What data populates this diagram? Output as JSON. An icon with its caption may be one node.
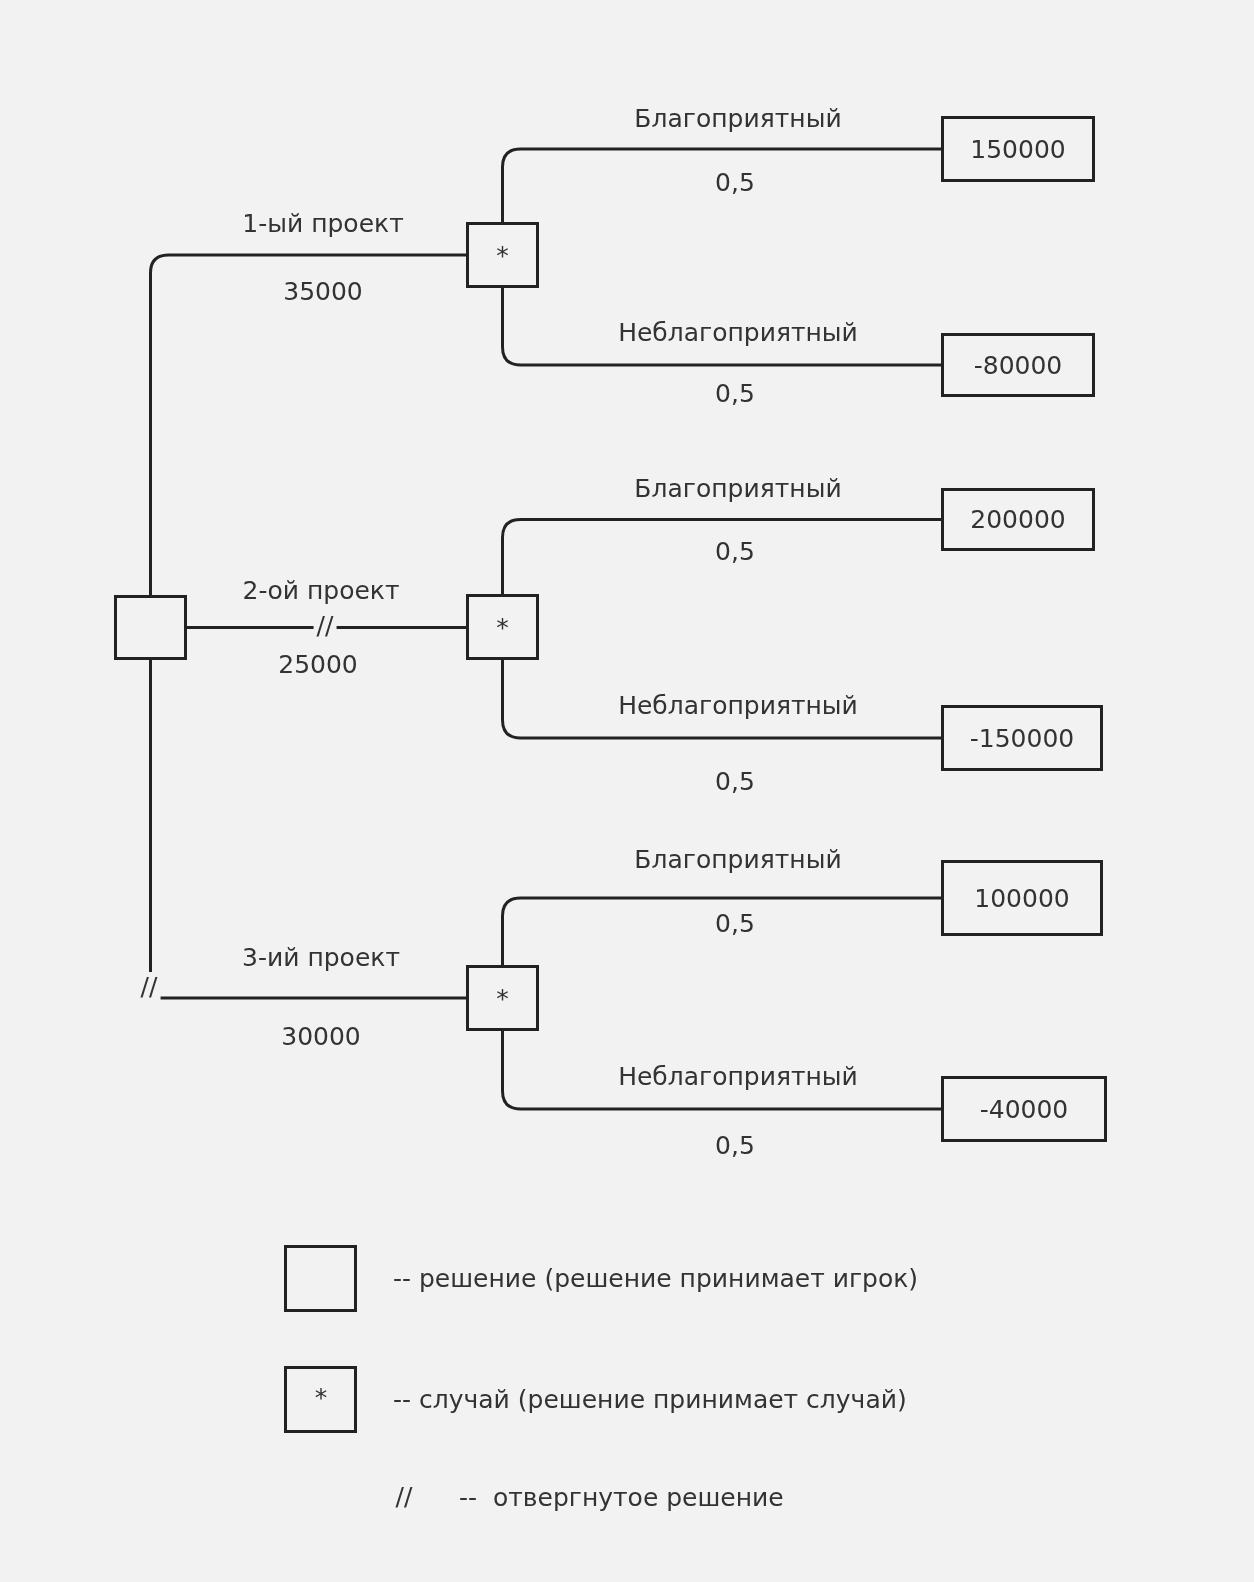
{
  "diagram": {
    "nodes": [
      {
        "text": [],
        "shape": "box"
      },
      {
        "text": [
          "*"
        ]
      },
      {
        "text": [
          "150000"
        ]
      },
      {
        "text": [
          "-80000"
        ]
      },
      {
        "text": [
          "*"
        ]
      },
      {
        "text": [
          "200000"
        ]
      },
      {
        "text": [
          "-150000"
        ]
      },
      {
        "text": [
          "*"
        ]
      },
      {
        "text": [
          "100000"
        ]
      },
      {
        "text": [
          "-40000"
        ]
      }
    ],
    "edges": [
      {
        "from": 0,
        "to": 1,
        "arrow": "none",
        "label": "1-ый проект"
      },
      {
        "from": 0,
        "to": 4,
        "arrow": "none",
        "label": "2-ой проект"
      },
      {
        "from": 0,
        "to": 7,
        "arrow": "none",
        "label": "3-ий проект"
      },
      {
        "from": 1,
        "to": 2,
        "arrow": "none",
        "label": "Благоприятный"
      },
      {
        "from": 1,
        "to": 3,
        "arrow": "none",
        "label": "Неблагоприятный"
      },
      {
        "from": 4,
        "to": 5,
        "arrow": "none",
        "label": "Благоприятный"
      },
      {
        "from": 4,
        "to": 6,
        "arrow": "none",
        "label": "Неблагоприятный"
      },
      {
        "from": 7,
        "to": 8,
        "arrow": "none",
        "label": "Благоприятный"
      },
      {
        "from": 7,
        "to": 9,
        "arrow": "none",
        "label": "Неблагоприятный"
      }
    ],
    "labels": [
      "0,5",
      "35000",
      "0,5",
      "0,5",
      "//",
      "25000",
      "0,5",
      "0,5",
      "//",
      "30000",
      "0,5",
      "*",
      "//"
    ],
    "legend": [
      {
        "text": "-- решение (решение принимает игрок)"
      },
      {
        "text": "-- случай (решение принимает случай)"
      },
      {
        "text": "--  отвергнутое решение"
      }
    ]
  }
}
